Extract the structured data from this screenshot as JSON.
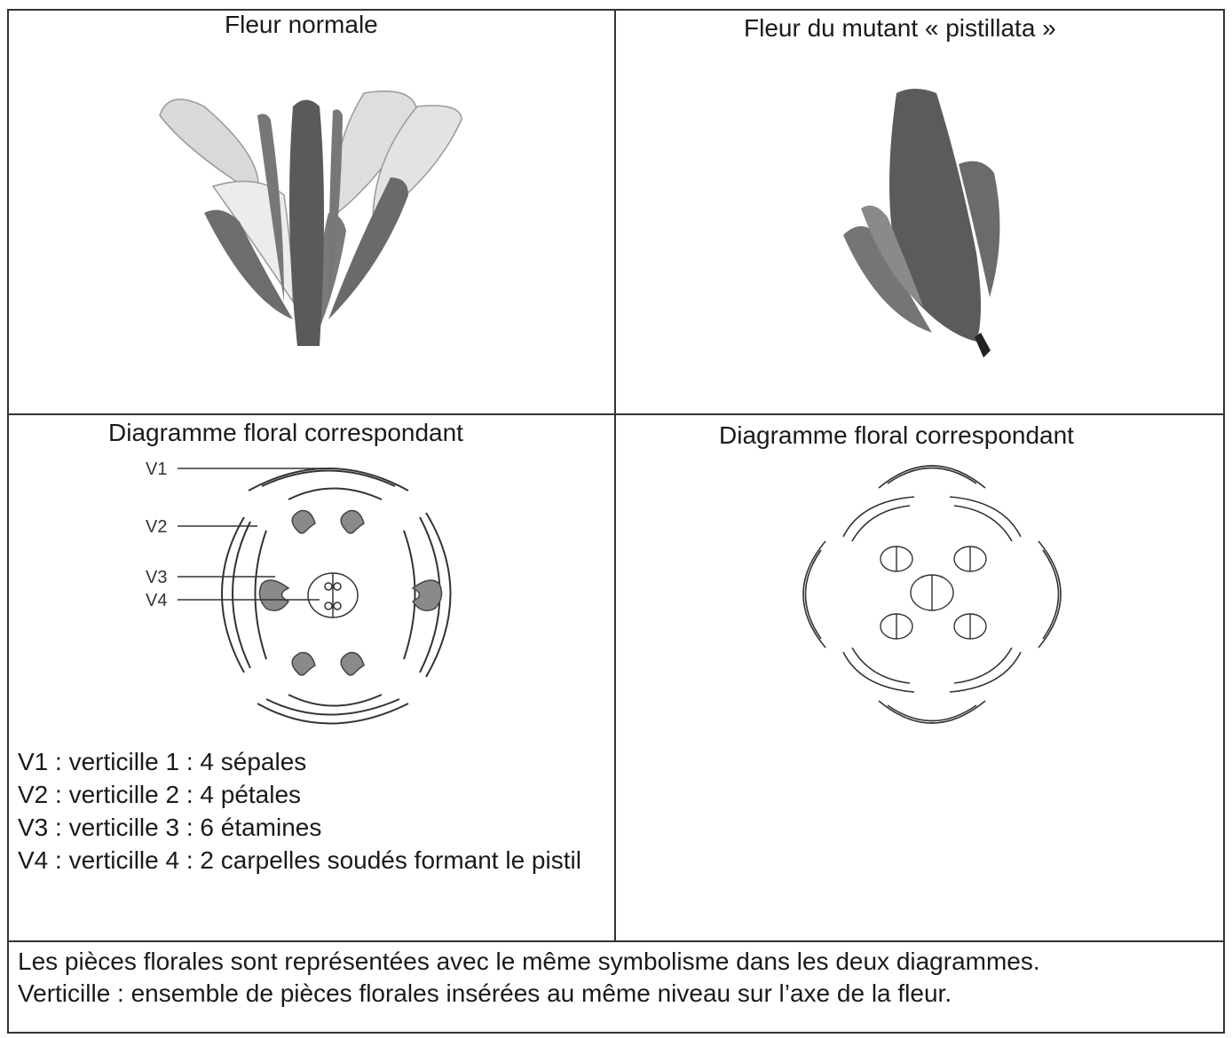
{
  "cells": {
    "normal_photo_title": "Fleur normale",
    "mutant_photo_title": "Fleur du mutant « pistillata »",
    "normal_diagram_title": "Diagramme floral correspondant",
    "mutant_diagram_title": "Diagramme floral correspondant"
  },
  "diagram_labels": {
    "v1": "V1",
    "v2": "V2",
    "v3": "V3",
    "v4": "V4"
  },
  "legend": [
    "V1 : verticille 1 : 4 sépales",
    "V2 : verticille 2 : 4 pétales",
    "V3 : verticille 3 : 6 étamines",
    "V4 : verticille 4 : 2 carpelles soudés formant le pistil"
  ],
  "footer": [
    "Les pièces florales sont représentées avec le même symbolisme dans les deux diagrammes.",
    "Verticille : ensemble de pièces florales insérées au même niveau sur l’axe de la fleur."
  ],
  "colors": {
    "stamen_fill": "#8a8a8a",
    "line": "#333333"
  }
}
